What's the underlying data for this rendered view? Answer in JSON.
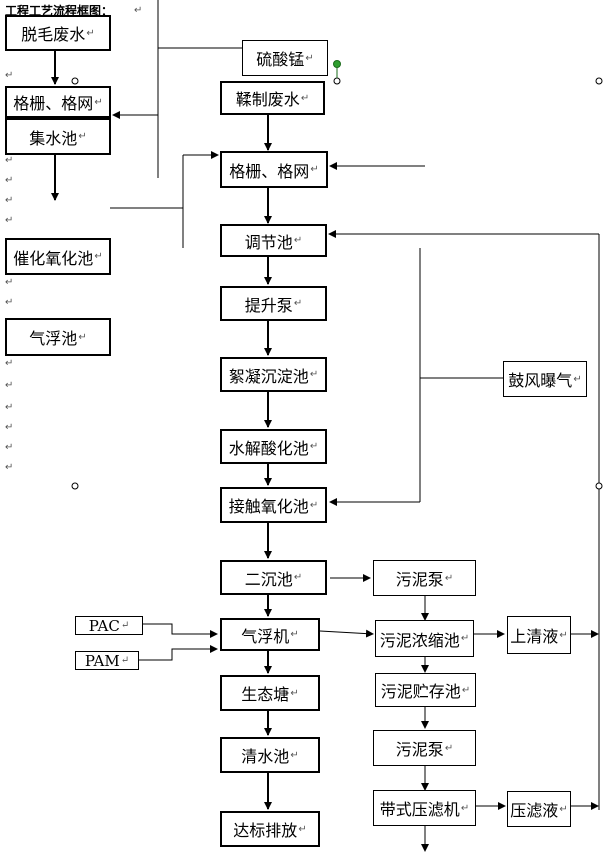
{
  "title": "工程工艺流程框图：",
  "boxes": {
    "tuomao": "脱毛废水",
    "geshan_left": "格栅、格网",
    "jishui": "集水池",
    "cuihua": "催化氧化池",
    "qifu_chi": "气浮池",
    "liusuanmeng": "硫酸锰",
    "rouzhi": "鞣制废水",
    "geshan_main": "格栅、格网",
    "tiaojie": "调节池",
    "tisheng": "提升泵",
    "xuning": "絮凝沉淀池",
    "shuijie": "水解酸化池",
    "jiechu": "接触氧化池",
    "erchen": "二沉池",
    "qifu_ji": "气浮机",
    "shengtai": "生态塘",
    "qingshui": "清水池",
    "dabiao": "达标排放",
    "gufeng": "鼓风曝气",
    "wunibeng1": "污泥泵",
    "nongsuo": "污泥浓缩池",
    "zhucun": "污泥贮存池",
    "wunibeng2": "污泥泵",
    "yaji": "带式压滤机",
    "shangqing": "上清液",
    "yalv": "压滤液",
    "pac": "PAC",
    "pam": "PAM"
  },
  "return_mark": "↵"
}
